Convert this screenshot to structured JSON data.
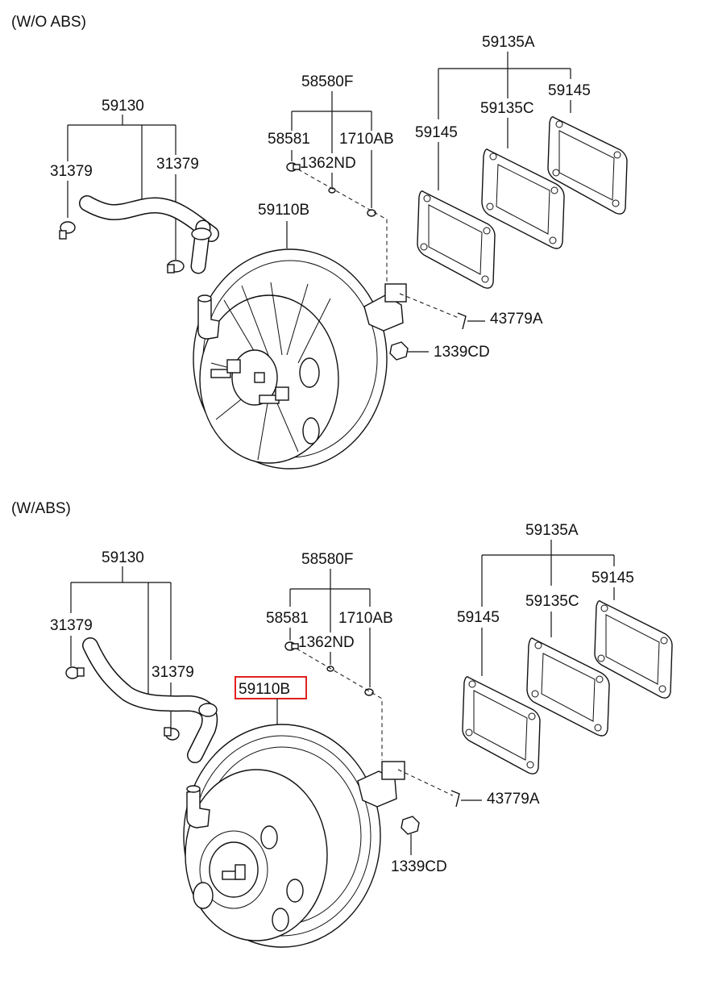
{
  "sections": [
    {
      "heading": "(W/O ABS)",
      "labels": {
        "hose_assy": "59130",
        "clamp_left": "31379",
        "clamp_right": "31379",
        "check_valve_kit": "58580F",
        "bolt": "58581",
        "clip_small": "1362ND",
        "clip_pin": "1710AB",
        "gasket_set": "59135A",
        "gasket_top": "59145",
        "spacer": "59135C",
        "gasket_left": "59145",
        "booster": "59110B",
        "snap_pin": "43779A",
        "nut": "1339CD"
      }
    },
    {
      "heading": "(W/ABS)",
      "labels": {
        "hose_assy": "59130",
        "clamp_left": "31379",
        "clamp_right": "31379",
        "check_valve_kit": "58580F",
        "bolt": "58581",
        "clip_small": "1362ND",
        "clip_pin": "1710AB",
        "gasket_set": "59135A",
        "gasket_top": "59145",
        "spacer": "59135C",
        "gasket_left": "59145",
        "booster": "59110B",
        "snap_pin": "43779A",
        "nut": "1339CD"
      }
    }
  ],
  "highlight_color": "#e02020",
  "line_color": "#111111"
}
